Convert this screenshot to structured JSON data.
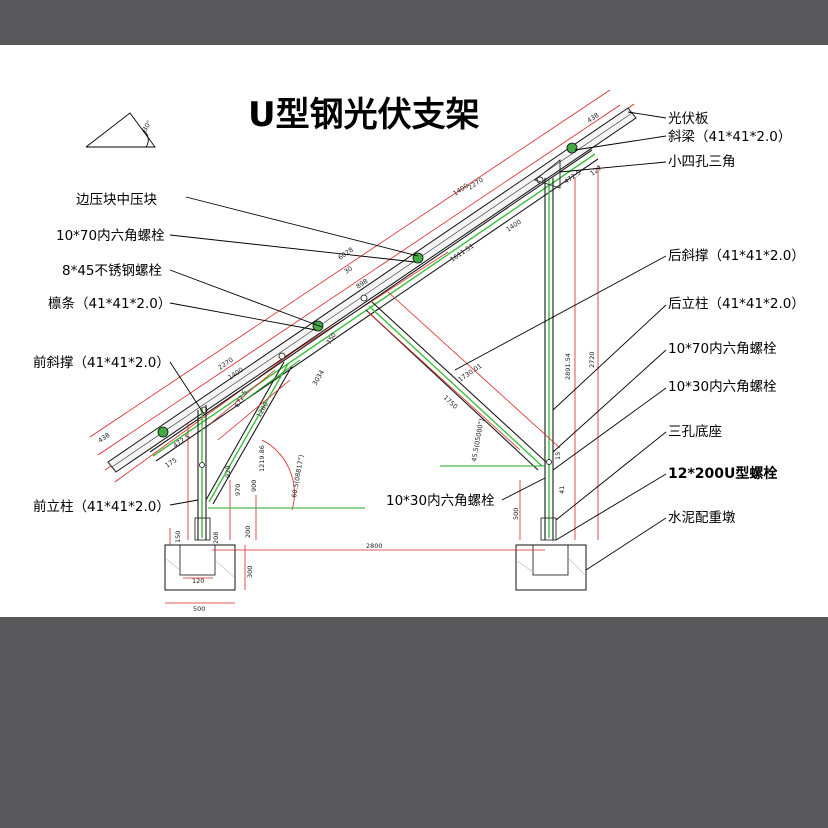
{
  "title": "U型钢光伏支架",
  "labels_left": {
    "edge_mid_clamp": "边压块中压块",
    "hex_bolt_10x70": "10*70内六角螺栓",
    "ss_bolt_8x45": "8*45不锈钢螺栓",
    "purlin": "檩条（41*41*2.0）",
    "front_brace": "前斜撑（41*41*2.0）",
    "front_post": "前立柱（41*41*2.0）"
  },
  "labels_right": {
    "pv_panel": "光伏板",
    "rafter": "斜梁（41*41*2.0）",
    "small_triangle": "小四孔三角",
    "rear_brace": "后斜撑（41*41*2.0）",
    "rear_post": "后立柱（41*41*2.0）",
    "hex_bolt_10x70": "10*70内六角螺栓",
    "hex_bolt_10x30": "10*30内六角螺栓",
    "base_3hole": "三孔底座",
    "u_bolt": "12*200U型螺栓",
    "concrete_block": "水泥配重墩"
  },
  "label_bottom_mid": "10*30内六角螺栓",
  "dimensions": {
    "angle": "30°",
    "d438_top": "438",
    "d2270_top": "2270",
    "d1400_top": "1400",
    "d6028": "6028",
    "d30": "30",
    "d898": "898",
    "d1611": "1611.51",
    "d1400_mid": "1400",
    "d2270_left": "2270",
    "d1400_left": "1400",
    "d438_left": "438",
    "d472_5_left": "472.5",
    "d472_5_right": "472.5",
    "d127": "127",
    "d175": "175",
    "d672_5": "672.5",
    "d3034": "3034",
    "d1730": "1730.01",
    "d1750": "1750",
    "d1280": "1280",
    "d750": "750",
    "d2891": "2891.54",
    "d2720": "2720",
    "d920": "920",
    "d970": "970",
    "d900": "900",
    "d200": "200",
    "d1219": "1219.86",
    "d60_5": "60.5(08817°)",
    "d45_5": "45.5(05000°)",
    "d500_left": "500",
    "d500_right": "500",
    "d2800": "2800",
    "d300_bot": "300",
    "d120": "120",
    "d150": "150",
    "d41": "41",
    "d15": "15",
    "d208": "208"
  }
}
